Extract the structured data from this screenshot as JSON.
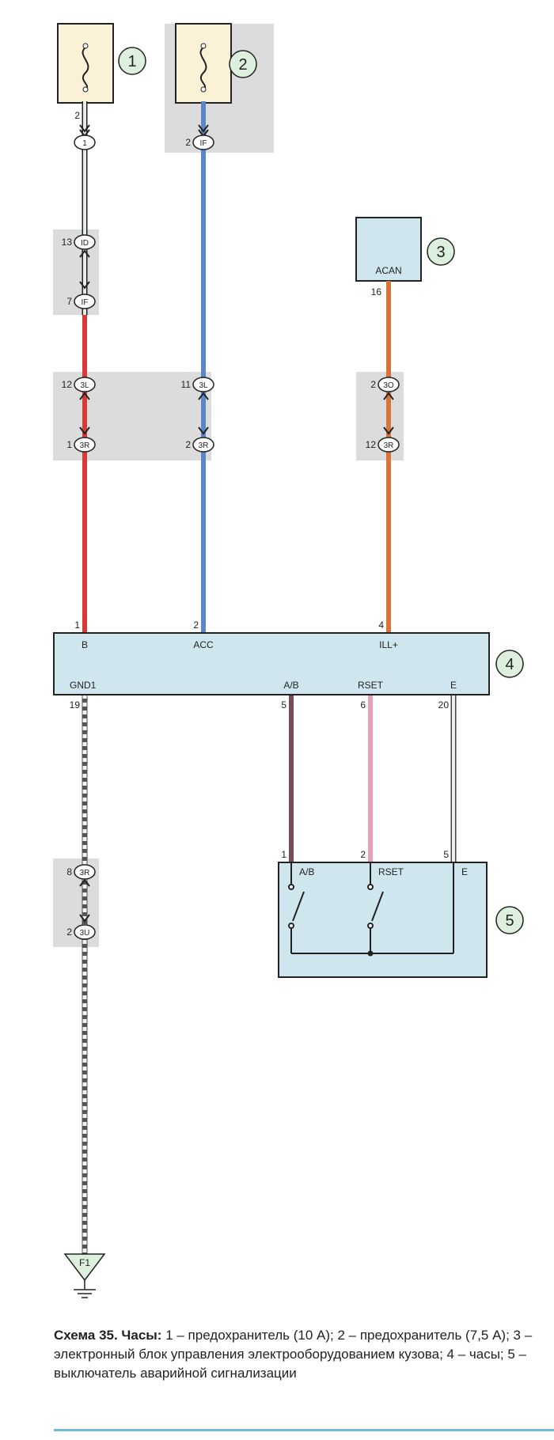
{
  "components": {
    "c1": {
      "callout": "1"
    },
    "c2": {
      "callout": "2"
    },
    "c3": {
      "callout": "3",
      "label": "ACAN",
      "pin": "16"
    },
    "c4": {
      "callout": "4",
      "pins_top": [
        "1",
        "2",
        "4"
      ],
      "terminals_top": [
        "B",
        "ACC",
        "ILL+"
      ],
      "terminal_bottom_left": "GND1",
      "pin_bottom_left": "19",
      "terminals_bottom": [
        "A/B",
        "RSET",
        "E"
      ],
      "pins_bottom": [
        "5",
        "6",
        "20"
      ]
    },
    "c5": {
      "callout": "5",
      "terminals": [
        "A/B",
        "RSET",
        "E"
      ],
      "pins": [
        "1",
        "2",
        "5"
      ]
    }
  },
  "connectors": {
    "c1_pin": "2",
    "c1_conn": "1",
    "c2_pin": "2",
    "c2_conn": "IF",
    "w1_top_pin": "13",
    "w1_top": "ID",
    "w1_bot_pin": "7",
    "w1_bot": "IF",
    "w1_3l_pin": "12",
    "w2_3l_pin": "11",
    "x_3l": "3L",
    "w1_3r_pin": "1",
    "w2_3r_pin": "2",
    "x_3r": "3R",
    "w3_3o_pin": "2",
    "x_3o": "3O",
    "w3_3r_pin": "12",
    "g_3r_pin": "8",
    "g_3u_pin": "2",
    "x_3u": "3U",
    "ground": "F1"
  },
  "wire_colors": {
    "white_green": "#e6efe6",
    "red": "#d83a3a",
    "blue": "#5b86c8",
    "orange": "#d8733a",
    "brown": "#7a4a55",
    "pink": "#e8a2b8",
    "white": "#eeeeee",
    "ground": "#555555"
  },
  "caption": {
    "title": "Схема 35. Часы:",
    "text": " 1 – предохранитель (10 А); 2 – предохранитель (7,5 А); 3 – электронный блок управления электрооборудованием кузова; 4 – часы; 5 – выключатель аварийной сигнализации"
  }
}
